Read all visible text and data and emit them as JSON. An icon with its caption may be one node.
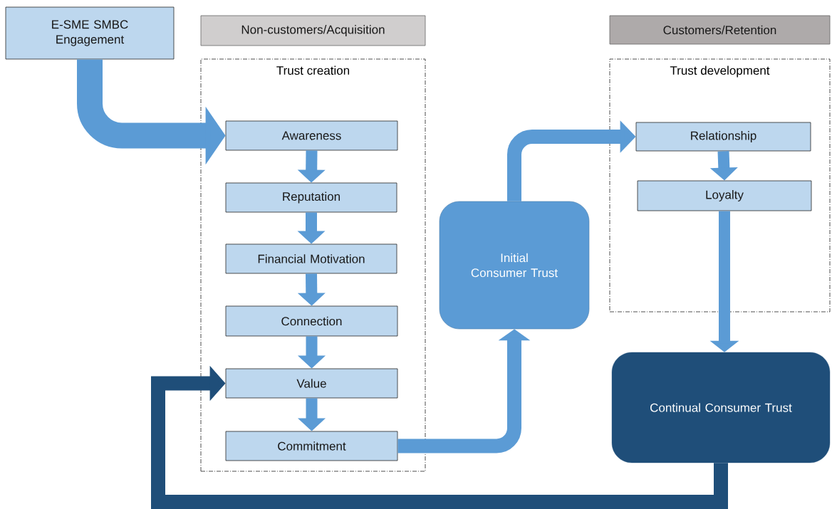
{
  "diagram": {
    "nodes": [
      {
        "text": [
          "E-SME SMBC Engagement"
        ]
      },
      {
        "text": [
          "Non-customers/Acquisition"
        ]
      },
      {
        "text": [
          "Customers/Retention"
        ]
      },
      {
        "text": [
          "Trust creation"
        ]
      },
      {
        "text": [
          "Awareness"
        ],
        "in": 3
      },
      {
        "text": [
          "Reputation"
        ],
        "in": 3
      },
      {
        "text": [
          "Financial Motivation"
        ],
        "in": 3
      },
      {
        "text": [
          "Connection"
        ],
        "in": 3
      },
      {
        "text": [
          "Value"
        ],
        "in": 3
      },
      {
        "text": [
          "Commitment"
        ],
        "in": 3
      },
      {
        "text": [
          "Initial Consumer Trust"
        ]
      },
      {
        "text": [
          "Trust development"
        ]
      },
      {
        "text": [
          "Relationship"
        ],
        "in": 11
      },
      {
        "text": [
          "Loyalty"
        ],
        "in": 11
      },
      {
        "text": [
          "Continual Consumer Trust"
        ]
      }
    ],
    "edges": [
      {
        "from": 0,
        "to": 4,
        "arrow": "to",
        "style": "thick"
      },
      {
        "from": 4,
        "to": 5,
        "arrow": "to"
      },
      {
        "from": 5,
        "to": 6,
        "arrow": "to"
      },
      {
        "from": 6,
        "to": 7,
        "arrow": "to"
      },
      {
        "from": 7,
        "to": 8,
        "arrow": "to"
      },
      {
        "from": 8,
        "to": 9,
        "arrow": "to"
      },
      {
        "from": 9,
        "to": 10,
        "arrow": "to"
      },
      {
        "from": 10,
        "to": 12,
        "arrow": "to"
      },
      {
        "from": 12,
        "to": 13,
        "arrow": "to"
      },
      {
        "from": 13,
        "to": 14,
        "arrow": "to"
      },
      {
        "from": 14,
        "to": 8,
        "arrow": "to",
        "color": "#1f4e79"
      }
    ]
  }
}
